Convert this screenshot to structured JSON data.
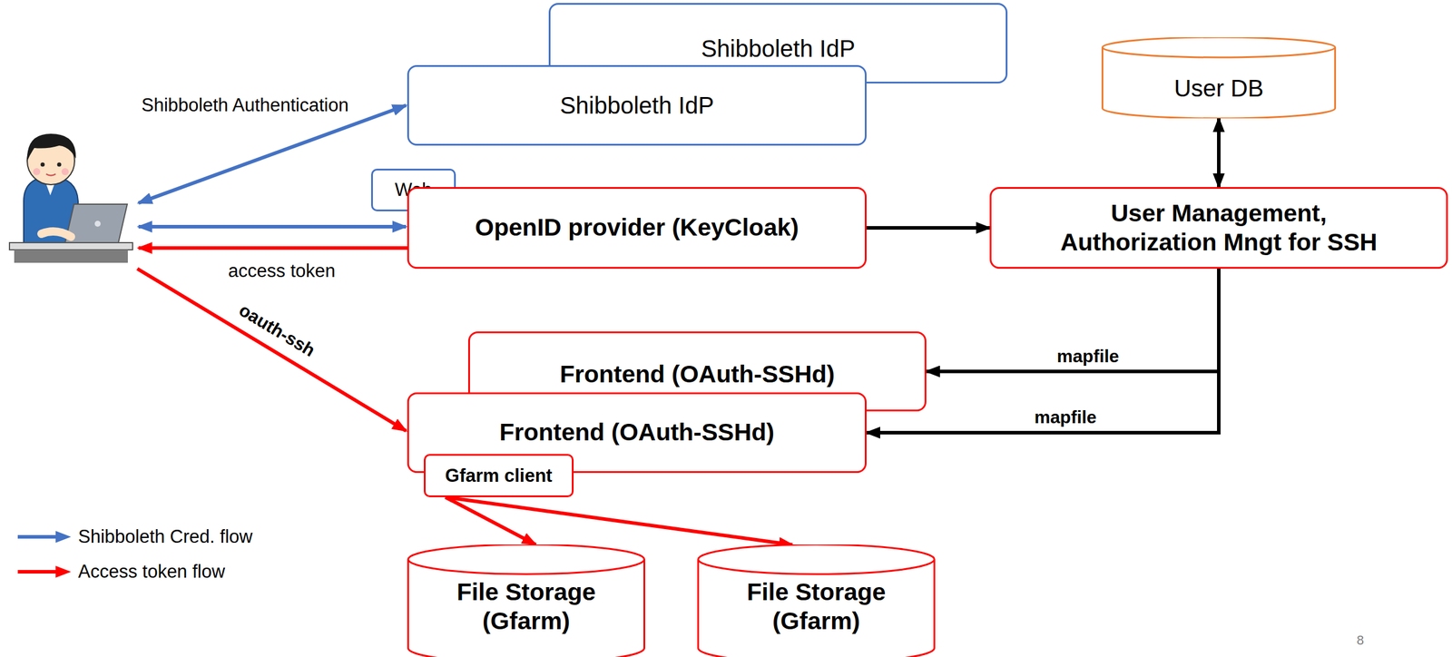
{
  "diagram": {
    "nodes": [
      {
        "text": [
          "Shibboleth IdP"
        ]
      },
      {
        "text": [
          "Shibboleth IdP"
        ]
      },
      {
        "text": [
          "User DB"
        ]
      },
      {
        "text": [
          "Web"
        ]
      },
      {
        "text": [
          "OpenID provider (KeyCloak)"
        ]
      },
      {
        "text": [
          "User Management, Authorization Mngt for SSH"
        ]
      },
      {
        "text": [
          "Frontend (OAuth-SSHd)"
        ]
      },
      {
        "text": [
          "Frontend (OAuth-SSHd)"
        ]
      },
      {
        "text": [
          "Gfarm client"
        ]
      },
      {
        "text": [
          "File Storage (Gfarm)"
        ]
      },
      {
        "text": [
          "File Storage (Gfarm)"
        ]
      }
    ],
    "edges": [
      {
        "from": 4,
        "to": 5,
        "arrow": "to"
      },
      {
        "from": 2,
        "to": 5,
        "arrow": "both"
      },
      {
        "from": 5,
        "to": 6,
        "label": "mapfile",
        "arrow": "to"
      },
      {
        "from": 5,
        "to": 7,
        "label": "mapfile",
        "arrow": "to"
      },
      {
        "from": 8,
        "to": 9,
        "arrow": "to"
      },
      {
        "from": 8,
        "to": 10,
        "arrow": "to"
      }
    ],
    "labels": [
      "Shibboleth Authentication",
      "access token",
      "oauth-ssh",
      "8"
    ],
    "legend": [
      {
        "text": "Shibboleth Cred. flow",
        "color": "#4472c4"
      },
      {
        "text": "Access token flow",
        "color": "#ff0000"
      }
    ]
  }
}
